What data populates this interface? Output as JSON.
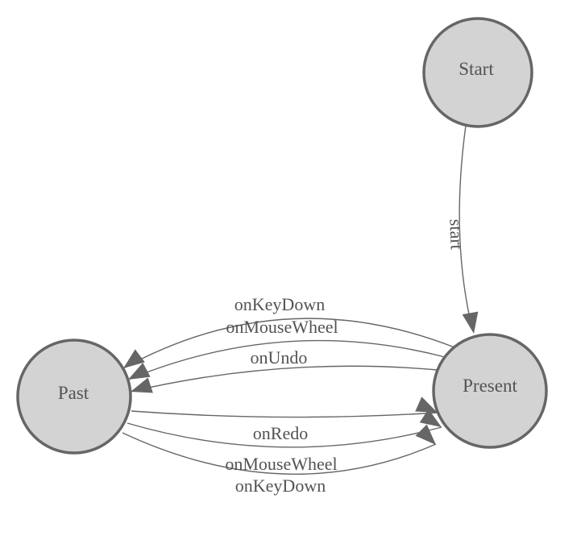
{
  "diagram": {
    "type": "state-machine",
    "background": "#ffffff",
    "colors": {
      "node_fill": "#d3d3d3",
      "node_border": "#666666",
      "edge_stroke": "#666666",
      "arrow_fill": "#666666",
      "label_text": "#535353"
    },
    "nodes": [
      {
        "id": "start",
        "label": "Start"
      },
      {
        "id": "past",
        "label": "Past"
      },
      {
        "id": "present",
        "label": "Present"
      }
    ],
    "edges": [
      {
        "from": "Start",
        "to": "Present",
        "label": "start"
      },
      {
        "from": "Present",
        "to": "Past",
        "label": "onKeyDown"
      },
      {
        "from": "Present",
        "to": "Past",
        "label": "onMouseWheel"
      },
      {
        "from": "Present",
        "to": "Past",
        "label": "onUndo"
      },
      {
        "from": "Past",
        "to": "Present",
        "label": "onRedo"
      },
      {
        "from": "Past",
        "to": "Present",
        "label": "onMouseWheel"
      },
      {
        "from": "Past",
        "to": "Present",
        "label": "onKeyDown"
      }
    ]
  }
}
